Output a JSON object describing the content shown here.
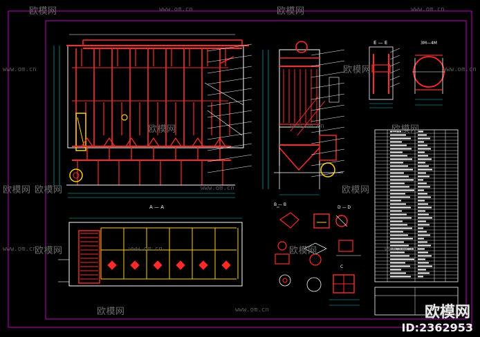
{
  "section_labels": {
    "aa": "A — A",
    "ee": "E — E",
    "bb": "B — B",
    "cc": "C",
    "dd": "D — D",
    "detail": "3M—4M"
  },
  "watermark": {
    "brand_text": "欧模网",
    "url_text": "www.om.cn",
    "id_text": "ID:2362953"
  },
  "colors": {
    "background": "#000000",
    "frame": "#c000c0",
    "structure": "#ff2a2a",
    "outline": "#ffffff",
    "accent": "#ffd400",
    "dimension": "#00d0d0"
  }
}
